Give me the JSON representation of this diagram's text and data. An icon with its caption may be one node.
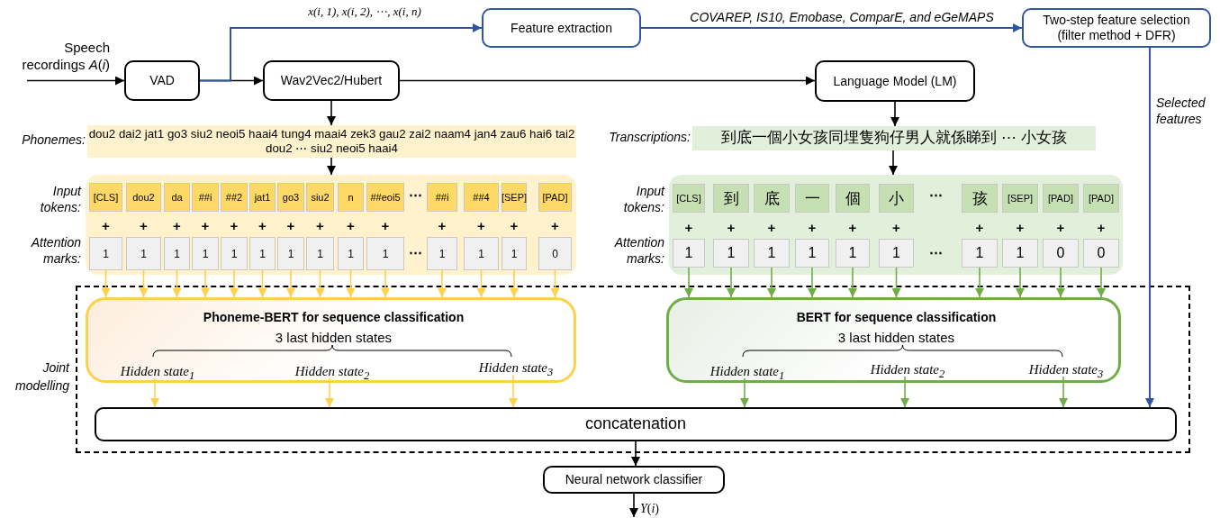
{
  "diagram": {
    "nodes": [
      {
        "text": [
          "VAD"
        ]
      },
      {
        "text": [
          "Wav2Vec2/Hubert"
        ]
      },
      {
        "text": [
          "Feature extraction"
        ]
      },
      {
        "text": [
          "Two-step feature selection (filter method + DFR)"
        ]
      },
      {
        "text": [
          "Language Model (LM)"
        ]
      },
      {
        "text": [
          "Phonemes:",
          "dou2 dai2 jat1 go3 siu2 neoi5 haai4 tung4 maai4 zek3 gau2 zai2 naam4 jan4 zau6 hai6 tai2 dou2 ⋯ siu2 neoi5 haai4"
        ]
      },
      {
        "text": [
          "Transcriptions:",
          "到底一個小女孩同埋隻狗仔男人就係睇到 ⋯ 小女孩"
        ]
      },
      {
        "text": [
          "Input tokens:",
          "Attention marks:"
        ]
      },
      {
        "text": [
          "[CLS]"
        ],
        "in": 7
      },
      {
        "text": [
          "dou2"
        ],
        "in": 7
      },
      {
        "text": [
          "da"
        ],
        "in": 7
      },
      {
        "text": [
          "##i"
        ],
        "in": 7
      },
      {
        "text": [
          "##2"
        ],
        "in": 7
      },
      {
        "text": [
          "jat1"
        ],
        "in": 7
      },
      {
        "text": [
          "go3"
        ],
        "in": 7
      },
      {
        "text": [
          "siu2"
        ],
        "in": 7
      },
      {
        "text": [
          "n"
        ],
        "in": 7
      },
      {
        "text": [
          "##eoi5"
        ],
        "in": 7
      },
      {
        "text": [
          "##i"
        ],
        "in": 7
      },
      {
        "text": [
          "##4"
        ],
        "in": 7
      },
      {
        "text": [
          "[SEP]"
        ],
        "in": 7
      },
      {
        "text": [
          "[PAD]"
        ],
        "in": 7
      },
      {
        "text": [
          "1"
        ],
        "in": 7
      },
      {
        "text": [
          "1"
        ],
        "in": 7
      },
      {
        "text": [
          "1"
        ],
        "in": 7
      },
      {
        "text": [
          "1"
        ],
        "in": 7
      },
      {
        "text": [
          "1"
        ],
        "in": 7
      },
      {
        "text": [
          "1"
        ],
        "in": 7
      },
      {
        "text": [
          "1"
        ],
        "in": 7
      },
      {
        "text": [
          "1"
        ],
        "in": 7
      },
      {
        "text": [
          "1"
        ],
        "in": 7
      },
      {
        "text": [
          "1"
        ],
        "in": 7
      },
      {
        "text": [
          "1"
        ],
        "in": 7
      },
      {
        "text": [
          "1"
        ],
        "in": 7
      },
      {
        "text": [
          "1"
        ],
        "in": 7
      },
      {
        "text": [
          "0"
        ],
        "in": 7
      },
      {
        "text": [
          "Input tokens:",
          "Attention marks:"
        ]
      },
      {
        "text": [
          "[CLS]"
        ],
        "in": 36
      },
      {
        "text": [
          "到"
        ],
        "in": 36
      },
      {
        "text": [
          "底"
        ],
        "in": 36
      },
      {
        "text": [
          "一"
        ],
        "in": 36
      },
      {
        "text": [
          "個"
        ],
        "in": 36
      },
      {
        "text": [
          "小"
        ],
        "in": 36
      },
      {
        "text": [
          "孩"
        ],
        "in": 36
      },
      {
        "text": [
          "[SEP]"
        ],
        "in": 36
      },
      {
        "text": [
          "[PAD]"
        ],
        "in": 36
      },
      {
        "text": [
          "[PAD]"
        ],
        "in": 36
      },
      {
        "text": [
          "1"
        ],
        "in": 36
      },
      {
        "text": [
          "1"
        ],
        "in": 36
      },
      {
        "text": [
          "1"
        ],
        "in": 36
      },
      {
        "text": [
          "1"
        ],
        "in": 36
      },
      {
        "text": [
          "1"
        ],
        "in": 36
      },
      {
        "text": [
          "1"
        ],
        "in": 36
      },
      {
        "text": [
          "1"
        ],
        "in": 36
      },
      {
        "text": [
          "1"
        ],
        "in": 36
      },
      {
        "text": [
          "0"
        ],
        "in": 36
      },
      {
        "text": [
          "0"
        ],
        "in": 36
      },
      {
        "text": [
          "Joint modelling"
        ]
      },
      {
        "text": [
          "Phoneme-BERT for sequence classification",
          "3 last hidden states"
        ],
        "in": 57
      },
      {
        "text": [
          "Hidden state$_{1}$"
        ],
        "in": 58
      },
      {
        "text": [
          "Hidden state$_{2}$"
        ],
        "in": 58
      },
      {
        "text": [
          "Hidden state$_{3}$"
        ],
        "in": 58
      },
      {
        "text": [
          "BERT for sequence classification",
          "3 last hidden states"
        ],
        "in": 57
      },
      {
        "text": [
          "Hidden state$_{1}$"
        ],
        "in": 62
      },
      {
        "text": [
          "Hidden state$_{2}$"
        ],
        "in": 62
      },
      {
        "text": [
          "Hidden state$_{3}$"
        ],
        "in": 62
      },
      {
        "text": [
          "concatenation"
        ],
        "in": 57
      },
      {
        "text": [
          "Neural network classifier"
        ]
      }
    ],
    "edges": [
      {
        "from": null,
        "to": 0,
        "arrow": "to",
        "color": "#000000",
        "label": "Speech recordings *A*(*i*)"
      },
      {
        "from": 0,
        "to": 1,
        "arrow": "to",
        "color": "#000000"
      },
      {
        "from": 0,
        "to": 2,
        "arrow": "to",
        "color": "#2f55a4",
        "label": "x(i, 1), x(i, 2), ⋯, x(i, n)"
      },
      {
        "from": 2,
        "to": 3,
        "arrow": "to",
        "color": "#2f55a4",
        "label": "COVAREP, IS10, Emobase, ComparE, and eGeMAPS"
      },
      {
        "from": 1,
        "to": 4,
        "arrow": "to",
        "color": "#000000"
      },
      {
        "from": 1,
        "to": 5,
        "arrow": "to",
        "color": "#000000"
      },
      {
        "from": 4,
        "to": 6,
        "arrow": "to",
        "color": "#000000"
      },
      {
        "from": 5,
        "to": 7,
        "arrow": "to",
        "color": "#000000"
      },
      {
        "from": 6,
        "to": 36,
        "arrow": "to",
        "color": "#000000"
      },
      {
        "from": 22,
        "to": 58,
        "arrow": "to",
        "color": "#ffd04d"
      },
      {
        "from": 23,
        "to": 58,
        "arrow": "to",
        "color": "#ffd04d"
      },
      {
        "from": 24,
        "to": 58,
        "arrow": "to",
        "color": "#ffd04d"
      },
      {
        "from": 25,
        "to": 58,
        "arrow": "to",
        "color": "#ffd04d"
      },
      {
        "from": 26,
        "to": 58,
        "arrow": "to",
        "color": "#ffd04d"
      },
      {
        "from": 27,
        "to": 58,
        "arrow": "to",
        "color": "#ffd04d"
      },
      {
        "from": 28,
        "to": 58,
        "arrow": "to",
        "color": "#ffd04d"
      },
      {
        "from": 29,
        "to": 58,
        "arrow": "to",
        "color": "#ffd04d"
      },
      {
        "from": 30,
        "to": 58,
        "arrow": "to",
        "color": "#ffd04d"
      },
      {
        "from": 31,
        "to": 58,
        "arrow": "to",
        "color": "#ffd04d"
      },
      {
        "from": 32,
        "to": 58,
        "arrow": "to",
        "color": "#ffd04d"
      },
      {
        "from": 33,
        "to": 58,
        "arrow": "to",
        "color": "#ffd04d"
      },
      {
        "from": 34,
        "to": 58,
        "arrow": "to",
        "color": "#ffd04d"
      },
      {
        "from": 35,
        "to": 58,
        "arrow": "to",
        "color": "#ffd04d"
      },
      {
        "from": 47,
        "to": 62,
        "arrow": "to",
        "color": "#70ad47"
      },
      {
        "from": 48,
        "to": 62,
        "arrow": "to",
        "color": "#70ad47"
      },
      {
        "from": 49,
        "to": 62,
        "arrow": "to",
        "color": "#70ad47"
      },
      {
        "from": 50,
        "to": 62,
        "arrow": "to",
        "color": "#70ad47"
      },
      {
        "from": 51,
        "to": 62,
        "arrow": "to",
        "color": "#70ad47"
      },
      {
        "from": 52,
        "to": 62,
        "arrow": "to",
        "color": "#70ad47"
      },
      {
        "from": 53,
        "to": 62,
        "arrow": "to",
        "color": "#70ad47"
      },
      {
        "from": 54,
        "to": 62,
        "arrow": "to",
        "color": "#70ad47"
      },
      {
        "from": 55,
        "to": 62,
        "arrow": "to",
        "color": "#70ad47"
      },
      {
        "from": 56,
        "to": 62,
        "arrow": "to",
        "color": "#70ad47"
      },
      {
        "from": 59,
        "to": 66,
        "arrow": "to",
        "color": "#ffd04d"
      },
      {
        "from": 60,
        "to": 66,
        "arrow": "to",
        "color": "#ffd04d"
      },
      {
        "from": 61,
        "to": 66,
        "arrow": "to",
        "color": "#ffd04d"
      },
      {
        "from": 63,
        "to": 66,
        "arrow": "to",
        "color": "#70ad47"
      },
      {
        "from": 64,
        "to": 66,
        "arrow": "to",
        "color": "#70ad47"
      },
      {
        "from": 65,
        "to": 66,
        "arrow": "to",
        "color": "#70ad47"
      },
      {
        "from": 3,
        "to": 66,
        "arrow": "to",
        "color": "#2f55a4",
        "label": "Selected features"
      },
      {
        "from": 66,
        "to": 67,
        "arrow": "to",
        "color": "#000000"
      },
      {
        "from": 67,
        "to": null,
        "arrow": "to",
        "color": "#000000",
        "label": "*Y*(*i*)"
      }
    ],
    "labels": [
      "⋯",
      "⋯",
      "+",
      "+",
      "+",
      "+",
      "+",
      "+",
      "+",
      "+",
      "+",
      "+",
      "+",
      "+",
      "+",
      "+",
      "+",
      "+",
      "+",
      "+",
      "+",
      "+",
      "+",
      "+",
      "+",
      "+",
      "⋯",
      "⋯"
    ]
  }
}
